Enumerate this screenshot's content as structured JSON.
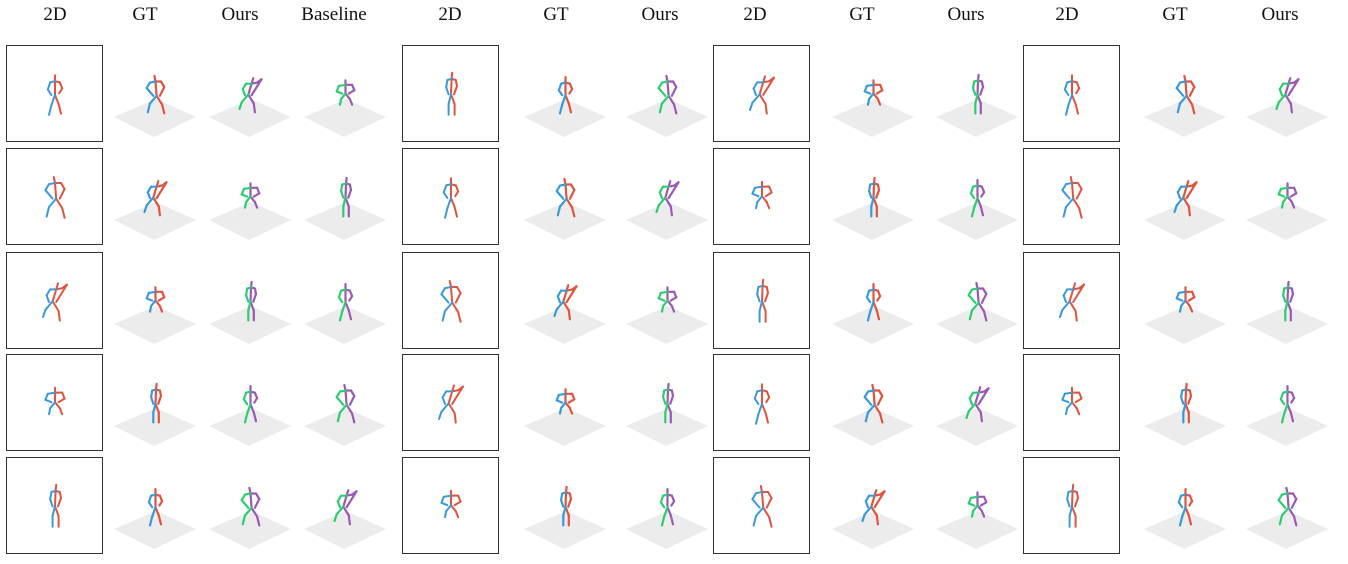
{
  "headers": [
    "2D",
    "GT",
    "Ours",
    "Baseline",
    "2D",
    "GT",
    "Ours",
    "2D",
    "GT",
    "Ours",
    "2D",
    "GT",
    "Ours"
  ],
  "colors": {
    "right_limb": "#e0533f",
    "left_limb": "#3a9ad9",
    "pred_right": "#9b59b6",
    "pred_left": "#2ecc71",
    "ground": "#ececec",
    "frame": "#333333"
  }
}
